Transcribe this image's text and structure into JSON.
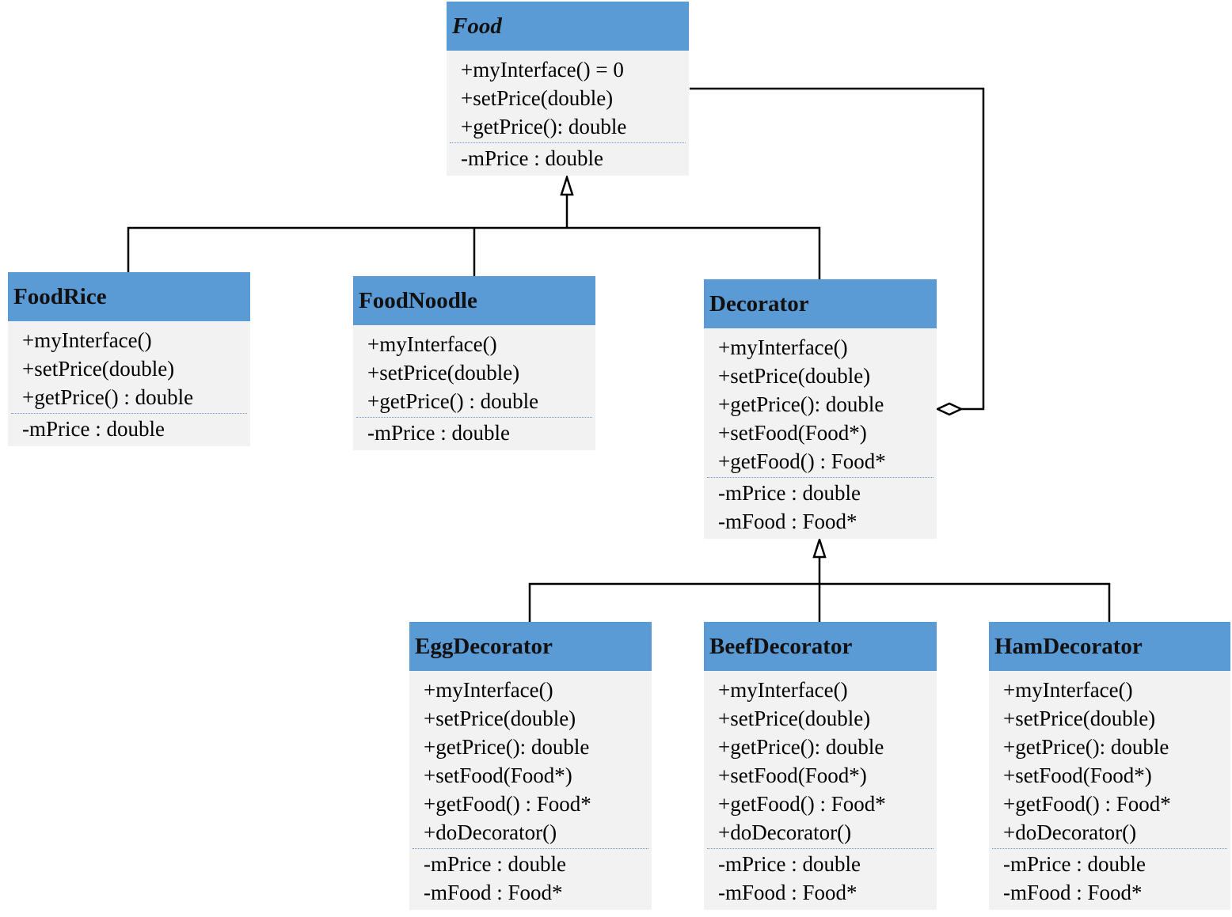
{
  "classes": {
    "food": {
      "name": "Food",
      "operations": [
        "+myInterface() = 0",
        "+setPrice(double)",
        "+getPrice(): double"
      ],
      "attributes": [
        "-mPrice : double"
      ]
    },
    "foodrice": {
      "name": "FoodRice",
      "operations": [
        "+myInterface()",
        "+setPrice(double)",
        "+getPrice() : double"
      ],
      "attributes": [
        "-mPrice : double"
      ]
    },
    "foodnoodle": {
      "name": "FoodNoodle",
      "operations": [
        "+myInterface()",
        "+setPrice(double)",
        "+getPrice() : double"
      ],
      "attributes": [
        "-mPrice : double"
      ]
    },
    "decorator": {
      "name": "Decorator",
      "operations": [
        "+myInterface()",
        "+setPrice(double)",
        "+getPrice(): double",
        "+setFood(Food*)",
        "+getFood() : Food*"
      ],
      "attributes": [
        "-mPrice : double",
        "-mFood : Food*"
      ]
    },
    "eggdecorator": {
      "name": "EggDecorator",
      "operations": [
        "+myInterface()",
        "+setPrice(double)",
        "+getPrice(): double",
        "+setFood(Food*)",
        "+getFood() : Food*",
        "+doDecorator()"
      ],
      "attributes": [
        "-mPrice : double",
        "-mFood : Food*"
      ]
    },
    "beefdecorator": {
      "name": "BeefDecorator",
      "operations": [
        "+myInterface()",
        "+setPrice(double)",
        "+getPrice(): double",
        "+setFood(Food*)",
        "+getFood() : Food*",
        "+doDecorator()"
      ],
      "attributes": [
        "-mPrice : double",
        "-mFood : Food*"
      ]
    },
    "hamdecorator": {
      "name": "HamDecorator",
      "operations": [
        "+myInterface()",
        "+setPrice(double)",
        "+getPrice(): double",
        "+setFood(Food*)",
        "+getFood() : Food*",
        "+doDecorator()"
      ],
      "attributes": [
        "-mPrice : double",
        "-mFood : Food*"
      ]
    }
  },
  "colors": {
    "header": "#5b9bd5",
    "body": "#f2f2f2",
    "line": "#000000"
  }
}
